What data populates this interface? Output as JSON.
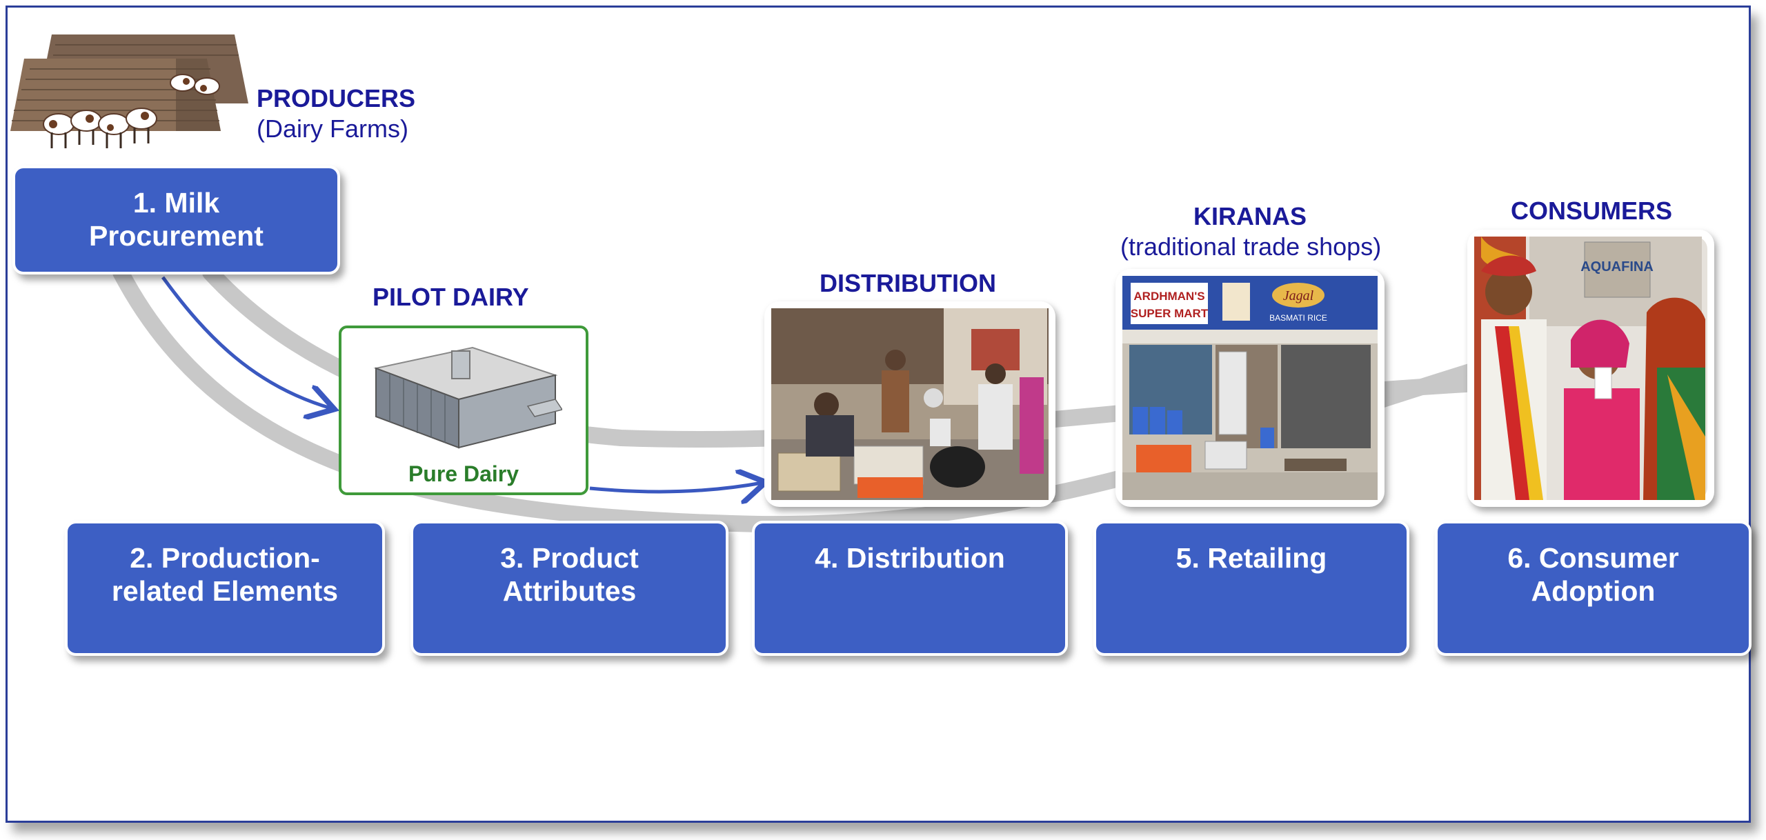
{
  "labels": {
    "producers": "PRODUCERS",
    "producers_sub": "(Dairy Farms)",
    "pilot_dairy": "PILOT DAIRY",
    "pure_dairy": "Pure Dairy",
    "distribution": "DISTRIBUTION",
    "kiranas": "KIRANAS",
    "kiranas_sub": "(traditional trade shops)",
    "consumers": "CONSUMERS"
  },
  "steps": [
    {
      "label": "1. Milk\nProcurement"
    },
    {
      "label": "2. Production-\nrelated Elements"
    },
    {
      "label": "3. Product\nAttributes"
    },
    {
      "label": "4. Distribution"
    },
    {
      "label": "5. Retailing"
    },
    {
      "label": "6. Consumer\nAdoption"
    }
  ],
  "photo_text": {
    "shop_sign": "ARDHMAN'S\nSUPER MART",
    "shop_badge": "Jagal",
    "shop_sign_small": "BASMATI RICE",
    "carton": "AQUAFINA"
  },
  "colors": {
    "box_fill": "#3d5fc4",
    "label_text": "#1a1a99",
    "dairy_green": "#3f9a3a",
    "frame": "#2b3e99",
    "arrow": "#3a58c0",
    "band": "#c8c8c8"
  }
}
